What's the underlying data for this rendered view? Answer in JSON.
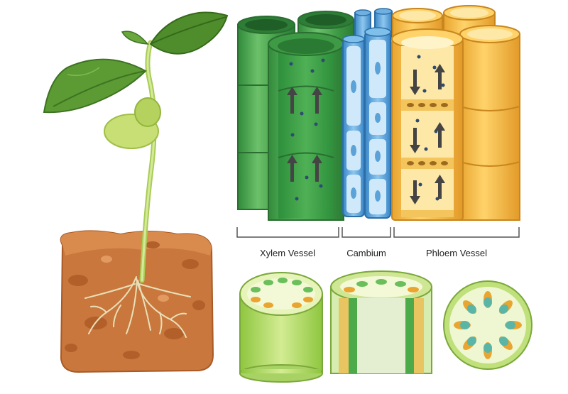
{
  "labels": {
    "xylem": "Xylem Vessel",
    "cambium": "Cambium",
    "phloem": "Phloem Vessel"
  },
  "colors": {
    "xylem_green": "#3f9a45",
    "xylem_light": "#73c26b",
    "cambium_blue": "#3d8ccf",
    "cambium_light": "#bfe0f5",
    "phloem_yellow": "#f2b640",
    "phloem_light": "#fde8a8",
    "soil": "#c9773d",
    "soil_dark": "#b25f2a",
    "leaf_dark": "#4f8d2c",
    "leaf_light": "#b6d36a",
    "stem": "#c8e08a"
  },
  "icons": {
    "arrow": "up-down-transport-arrow-icon"
  }
}
